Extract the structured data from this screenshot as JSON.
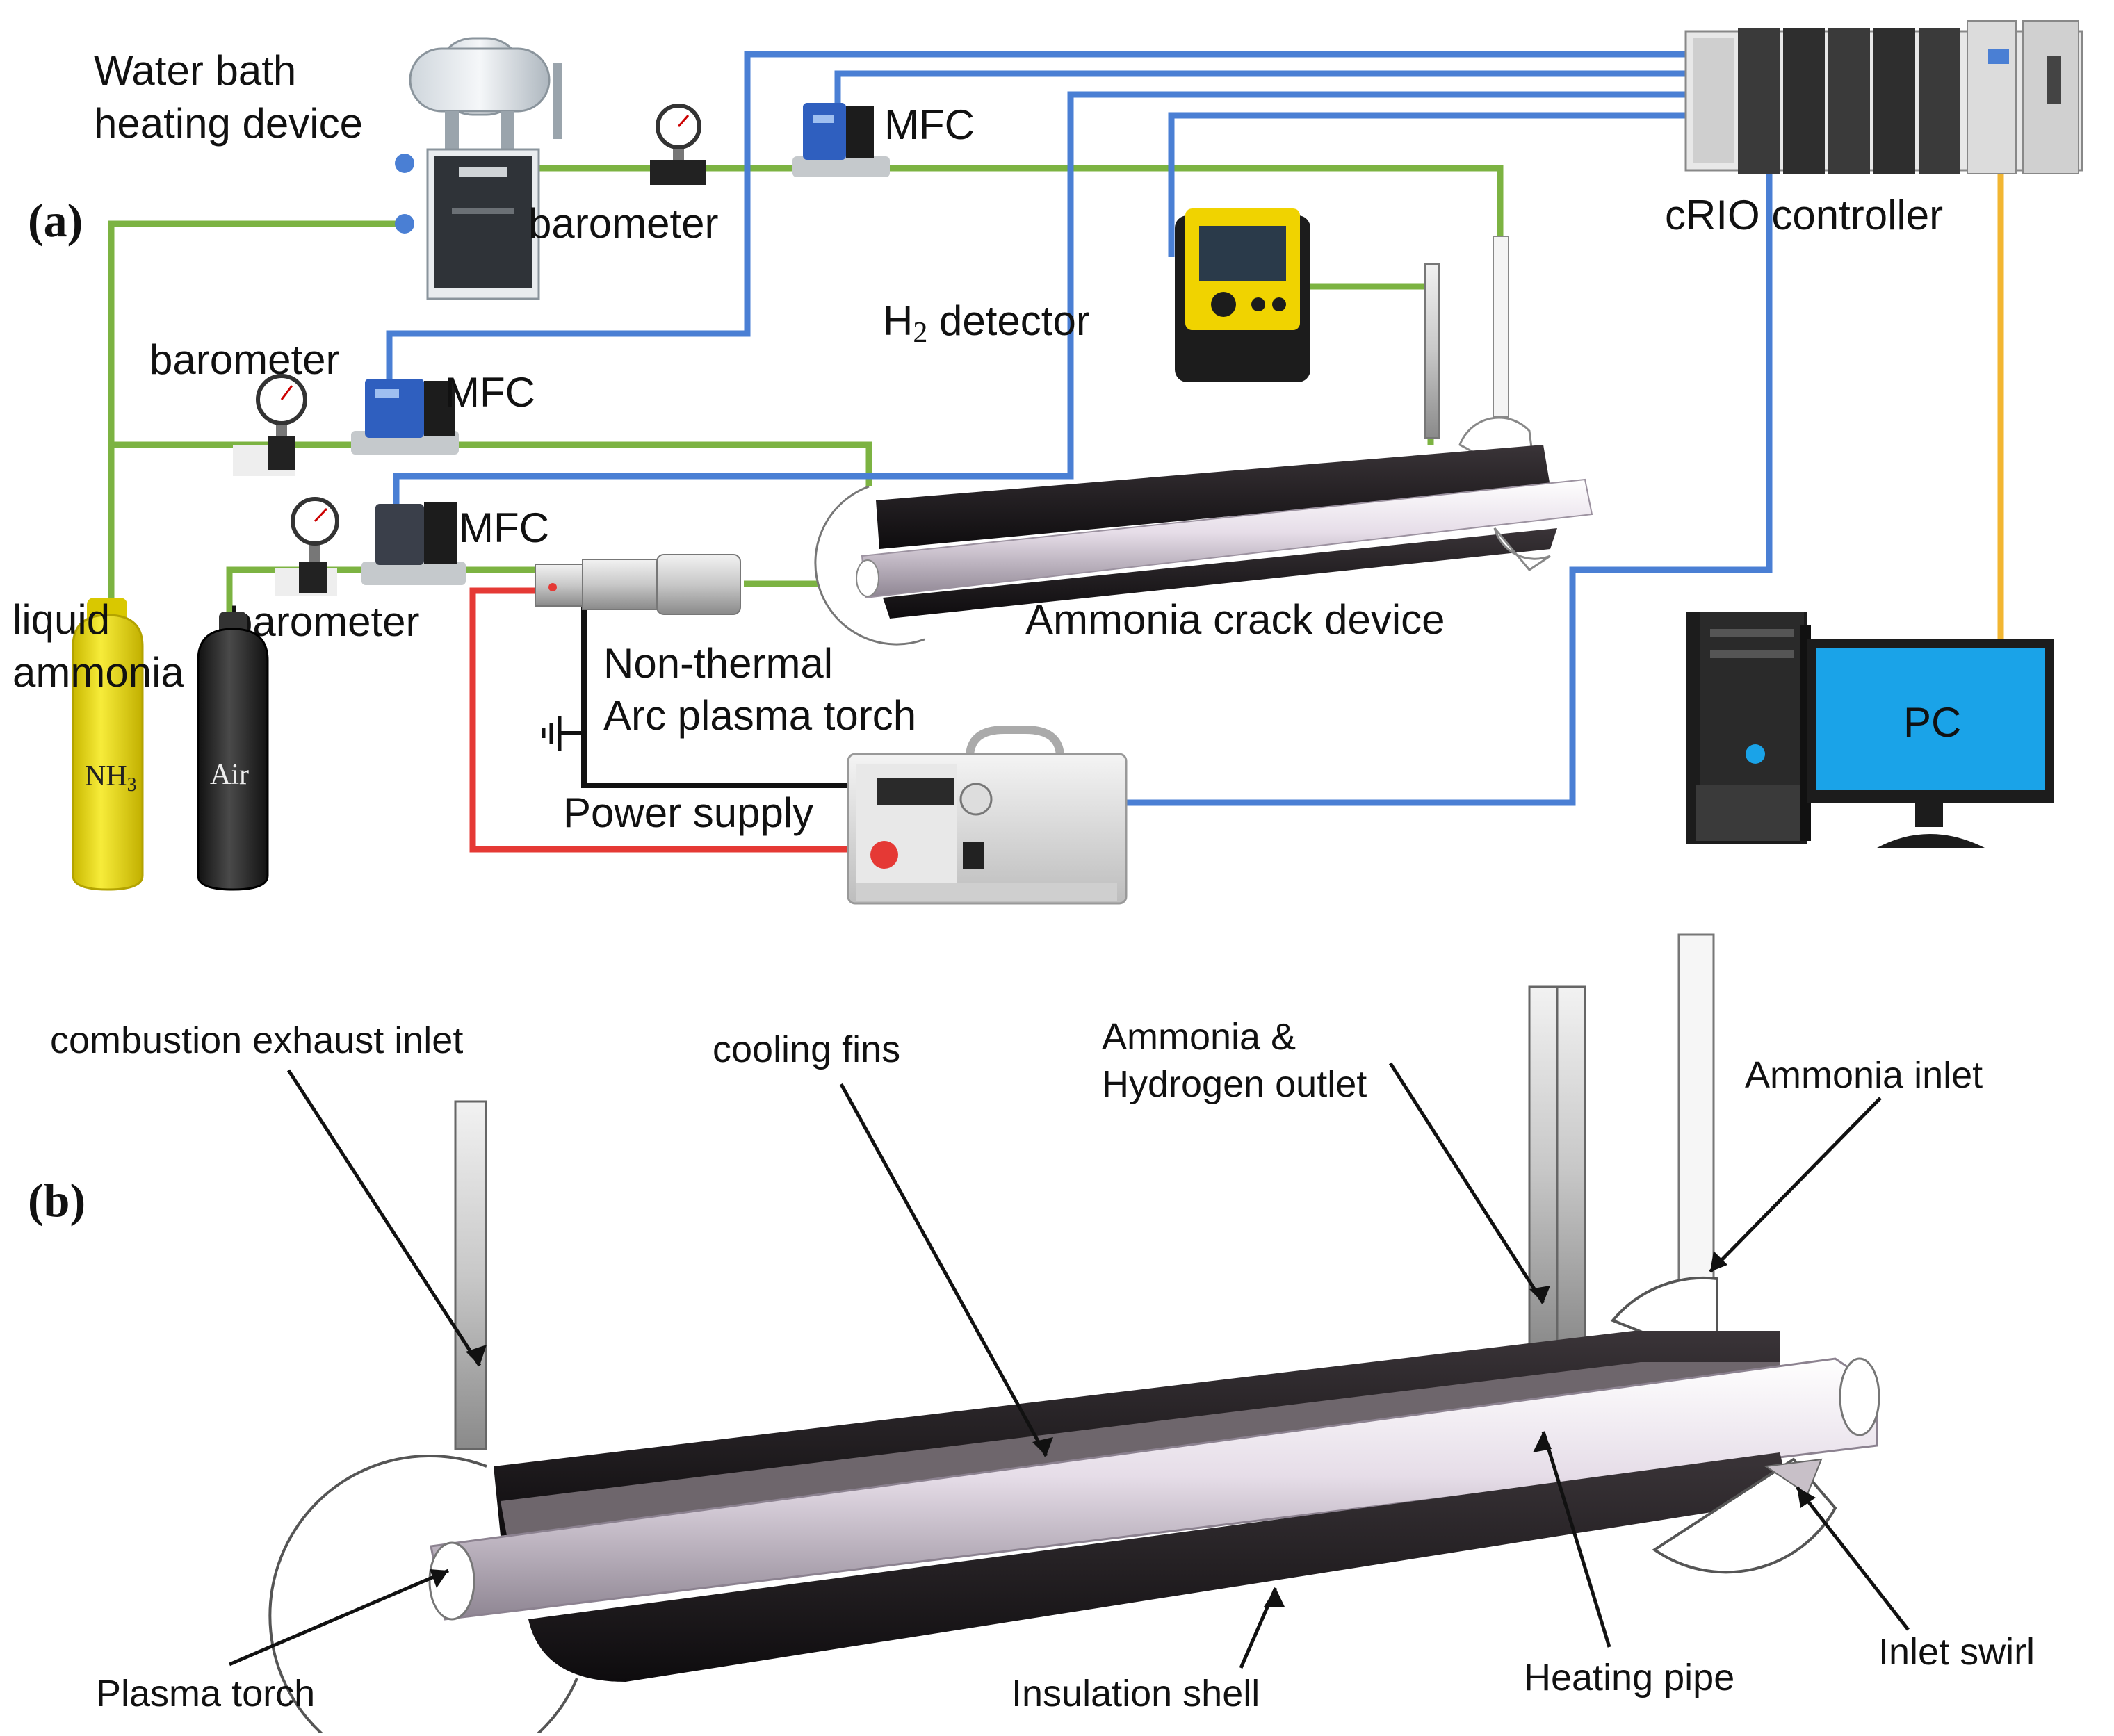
{
  "panel_a": {
    "panel_label": "(a)",
    "labels": {
      "water_bath_line1": "Water bath",
      "water_bath_line2": "heating device",
      "mfc_top": "MFC",
      "mfc_mid": "MFC",
      "mfc_low": "MFC",
      "barometer_top": "barometer",
      "barometer_mid": "barometer",
      "barometer_low": "barometer",
      "crio": "cRIO controller",
      "h2_detector_prefix": "H",
      "h2_detector_sub": "2",
      "h2_detector_suffix": " detector",
      "liquid_ammonia_line1": "liquid",
      "liquid_ammonia_line2": "ammonia",
      "nh3": "NH",
      "nh3_sub": "3",
      "air": "Air",
      "torch_line1": "Non-thermal",
      "torch_line2": "Arc plasma torch",
      "ammonia_crack": "Ammonia crack device",
      "power_supply": "Power supply",
      "pc": "PC"
    },
    "colors": {
      "gas_line": "#7cb342",
      "signal_line": "#4a7fd4",
      "pc_link": "#f2b632",
      "power_positive": "#e53935",
      "power_ground": "#111111",
      "nh3_cylinder": "#f5e31a",
      "air_cylinder": "#222222",
      "mfc_body": "#2f5fbf",
      "monitor_screen": "#1aa3e8"
    }
  },
  "panel_b": {
    "panel_label": "(b)",
    "labels": {
      "combustion_exhaust_inlet": "combustion exhaust inlet",
      "cooling_fins": "cooling fins",
      "outlet_line1": "Ammonia &",
      "outlet_line2": "Hydrogen outlet",
      "ammonia_inlet": "Ammonia inlet",
      "plasma_torch": "Plasma torch",
      "insulation_shell": "Insulation shell",
      "heating_pipe": "Heating pipe",
      "inlet_swirl": "Inlet swirl"
    }
  }
}
